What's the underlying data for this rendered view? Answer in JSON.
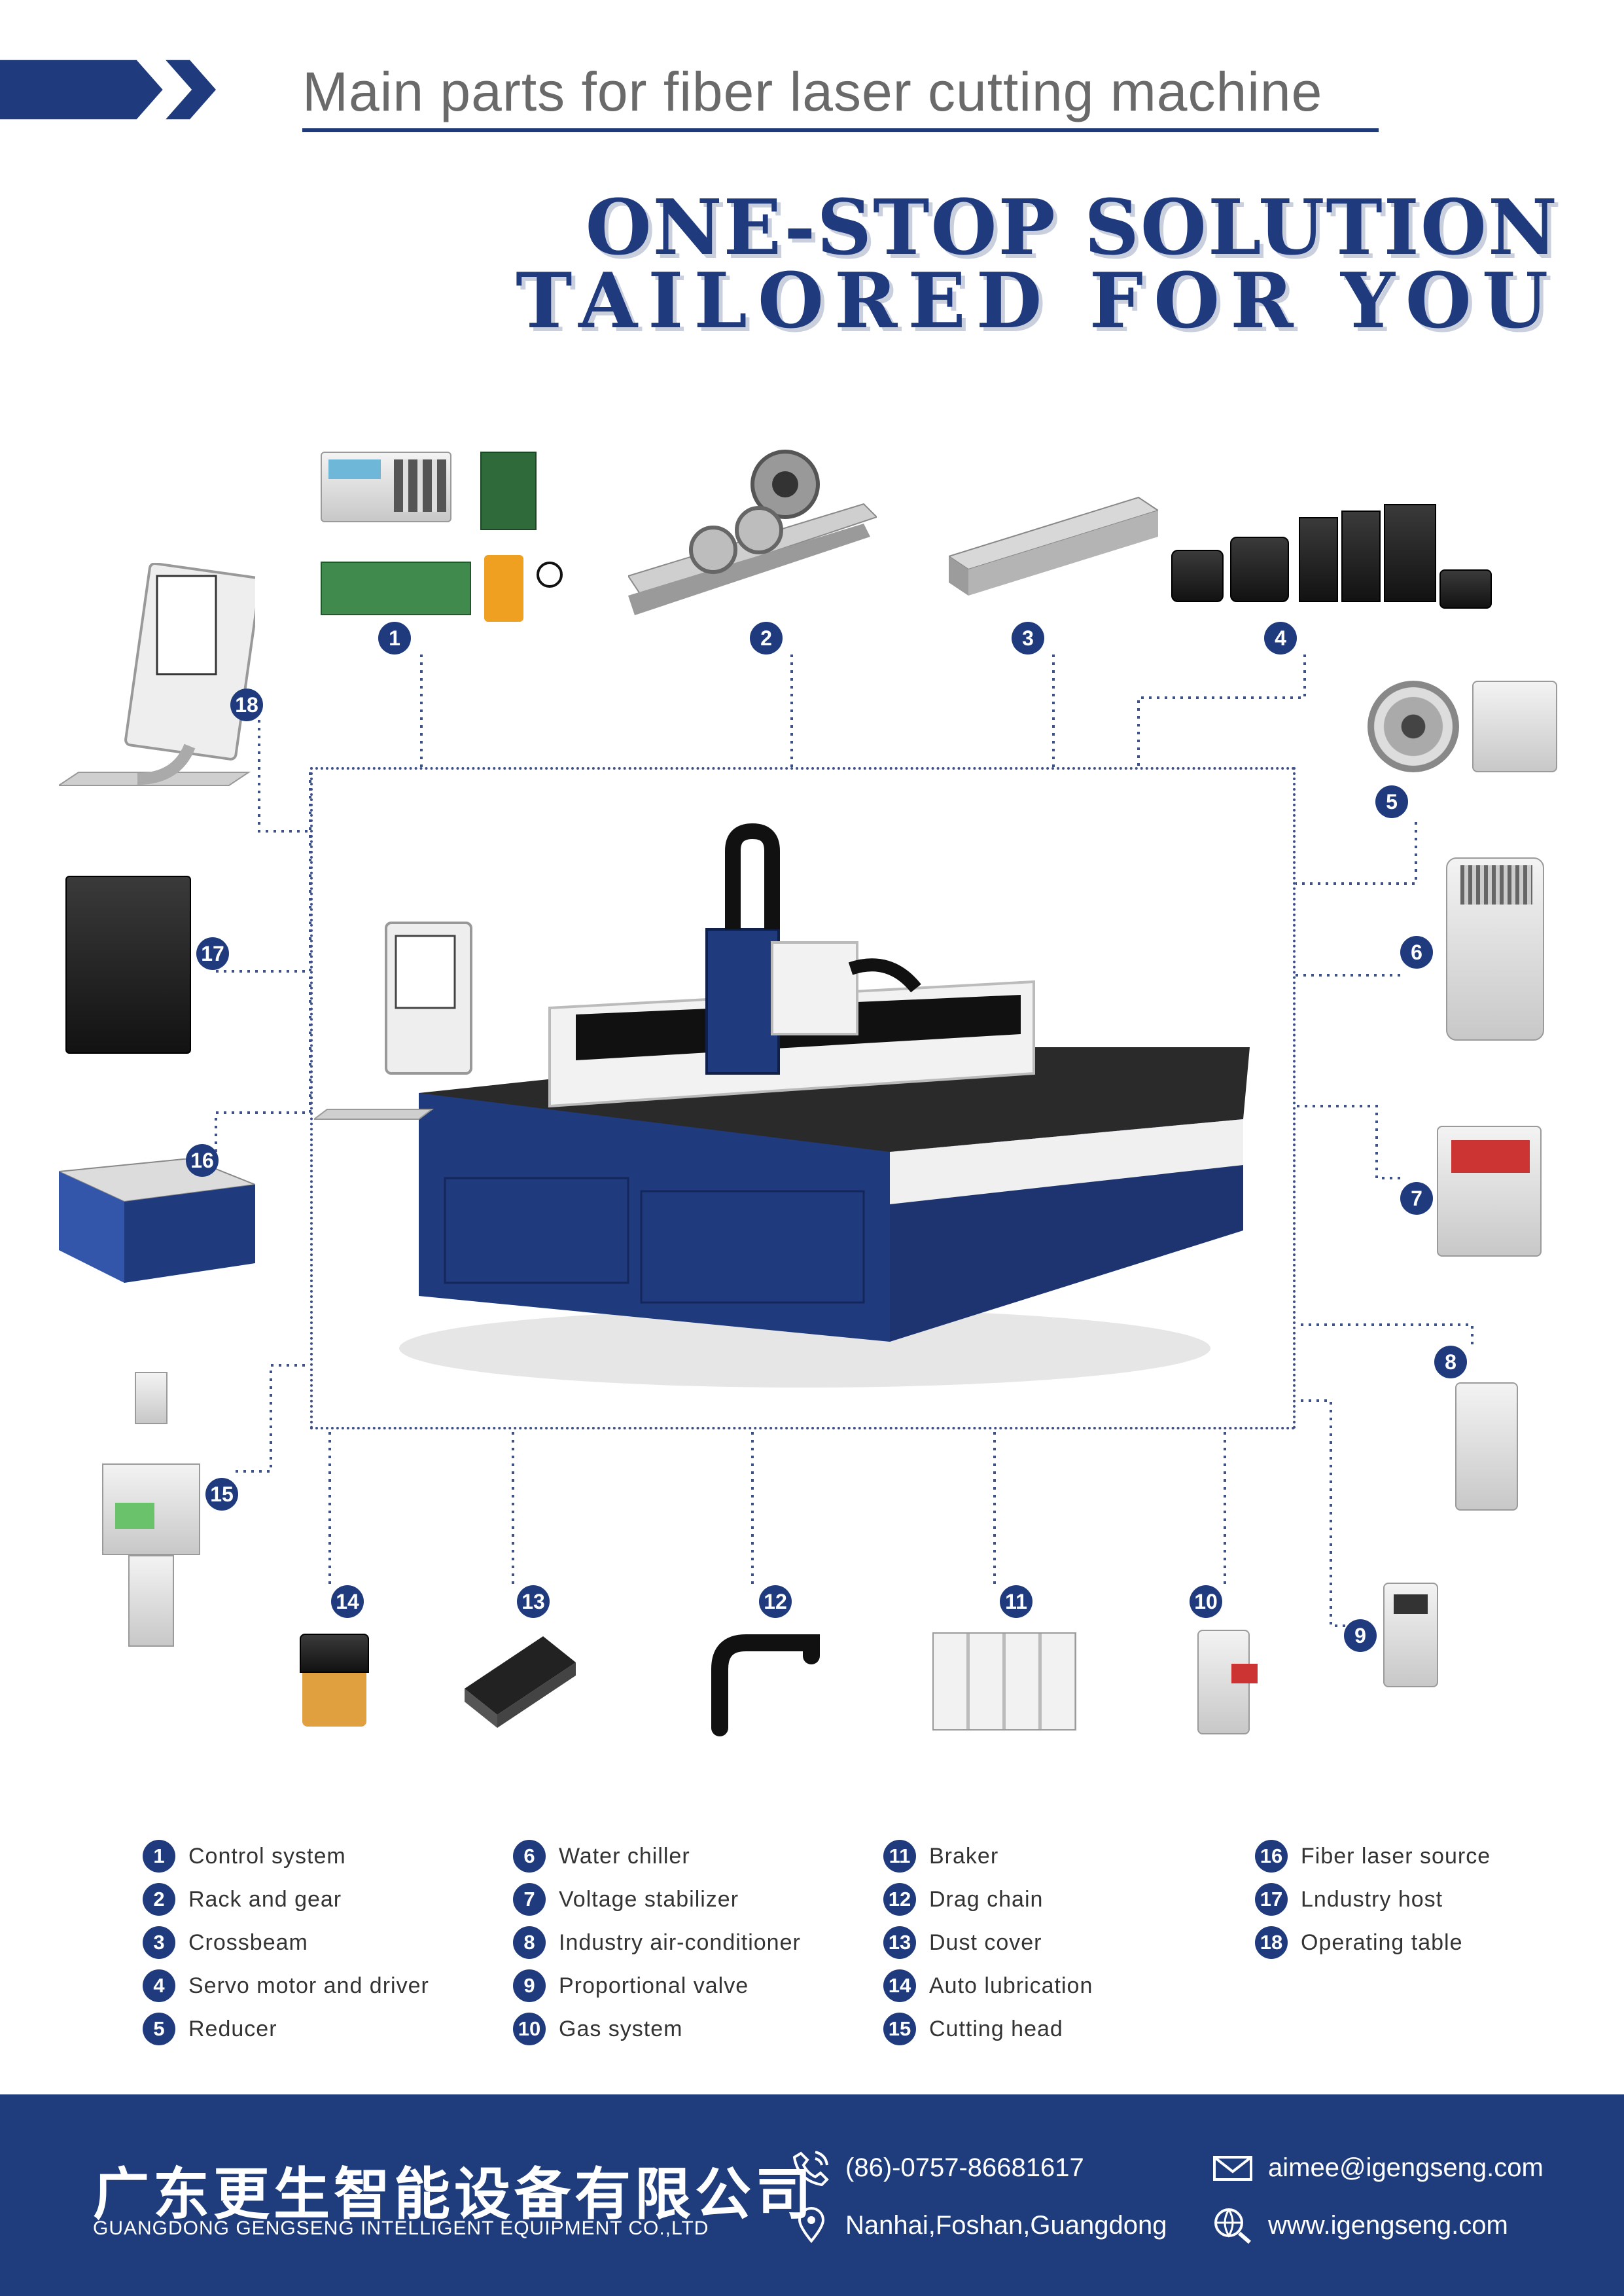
{
  "header": {
    "title": "Main parts for fiber laser cutting machine",
    "slogan_line1": "ONE-STOP SOLUTION",
    "slogan_line2": "TAILORED  FOR  YOU",
    "accent_color": "#1f3a7d"
  },
  "markers": [
    "1",
    "2",
    "3",
    "4",
    "5",
    "6",
    "7",
    "8",
    "9",
    "10",
    "11",
    "12",
    "13",
    "14",
    "15",
    "16",
    "17",
    "18"
  ],
  "legend": [
    {
      "num": "1",
      "label": "Control system"
    },
    {
      "num": "2",
      "label": "Rack and gear"
    },
    {
      "num": "3",
      "label": "Crossbeam"
    },
    {
      "num": "4",
      "label": "Servo motor and driver"
    },
    {
      "num": "5",
      "label": "Reducer"
    },
    {
      "num": "6",
      "label": "Water chiller"
    },
    {
      "num": "7",
      "label": "Voltage stabilizer"
    },
    {
      "num": "8",
      "label": "Industry air-conditioner"
    },
    {
      "num": "9",
      "label": "Proportional valve"
    },
    {
      "num": "10",
      "label": "Gas system"
    },
    {
      "num": "11",
      "label": "Braker"
    },
    {
      "num": "12",
      "label": "Drag chain"
    },
    {
      "num": "13",
      "label": "Dust cover"
    },
    {
      "num": "14",
      "label": "Auto lubrication"
    },
    {
      "num": "15",
      "label": "Cutting head"
    },
    {
      "num": "16",
      "label": "Fiber laser source"
    },
    {
      "num": "17",
      "label": "Lndustry host"
    },
    {
      "num": "18",
      "label": "Operating table"
    }
  ],
  "footer": {
    "company_cn": "广东更生智能设备有限公司",
    "company_en": "GUANGDONG GENGSENG INTELLIGENT EQUIPMENT CO.,LTD",
    "phone": "(86)-0757-86681617",
    "address": "Nanhai,Foshan,Guangdong",
    "email": "aimee@igengseng.com",
    "website": "www.igengseng.com",
    "bg_color": "#1f3d7c"
  }
}
